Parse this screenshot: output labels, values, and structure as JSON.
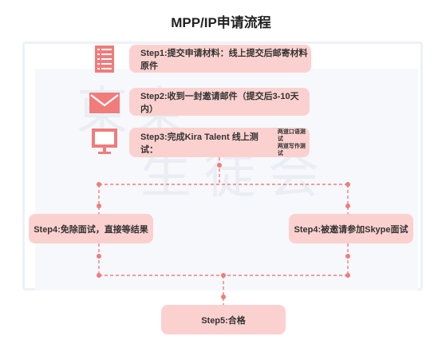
{
  "title": "MPP/IP申请流程",
  "colors": {
    "box": "#fbd1cf",
    "line": "#f07c7c",
    "icon": "#f07c7c"
  },
  "steps": [
    {
      "id": "step1",
      "label": "Step1:提交申请材料：线上提交后邮寄材料原件",
      "icon": "document-icon"
    },
    {
      "id": "step2",
      "label": "Step2:收到一封邀请邮件（提交后3-10天内）",
      "icon": "envelope-icon"
    },
    {
      "id": "step3",
      "label": "Step3:完成Kira Talent 线上测试：",
      "note": [
        "两道口语测试",
        "两道写作测试"
      ],
      "icon": "monitor-icon"
    },
    {
      "id": "step4a",
      "label": "Step4:免除面试，直接等结果"
    },
    {
      "id": "step4b",
      "label": "Step4:被邀请参加Skype面试"
    },
    {
      "id": "step5",
      "label": "Step5:合格"
    }
  ],
  "watermark": [
    "東",
    "東",
    "生",
    "徒",
    "会"
  ]
}
